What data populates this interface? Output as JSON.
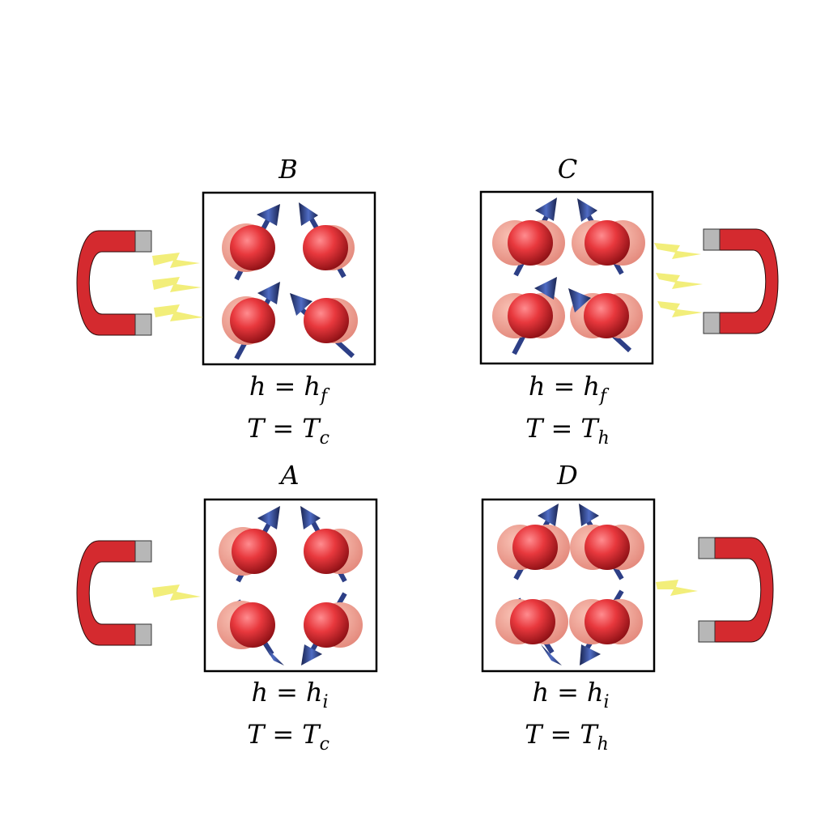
{
  "panels": {
    "B": {
      "title": "B",
      "field": {
        "lhs": "h",
        "eq": "=",
        "base": "h",
        "sub": "f"
      },
      "temp": {
        "lhs": "T",
        "eq": "=",
        "base": "T",
        "sub": "c"
      },
      "magnet_side": "left",
      "bolts": 3
    },
    "C": {
      "title": "C",
      "field": {
        "lhs": "h",
        "eq": "=",
        "base": "h",
        "sub": "f"
      },
      "temp": {
        "lhs": "T",
        "eq": "=",
        "base": "T",
        "sub": "h"
      },
      "magnet_side": "right",
      "bolts": 3
    },
    "A": {
      "title": "A",
      "field": {
        "lhs": "h",
        "eq": "=",
        "base": "h",
        "sub": "i"
      },
      "temp": {
        "lhs": "T",
        "eq": "=",
        "base": "T",
        "sub": "c"
      },
      "magnet_side": "left",
      "bolts": 1
    },
    "D": {
      "title": "D",
      "field": {
        "lhs": "h",
        "eq": "=",
        "base": "h",
        "sub": "i"
      },
      "temp": {
        "lhs": "T",
        "eq": "=",
        "base": "T",
        "sub": "h"
      },
      "magnet_side": "right",
      "bolts": 1
    }
  },
  "colors": {
    "magnet_red": "#d42a2f",
    "magnet_pole": "#b7b7b7",
    "bolt": "#f2ee7a",
    "sphere": "#e53b40",
    "arrow": "#3a55a8",
    "arrow_dark": "#141c3a"
  }
}
